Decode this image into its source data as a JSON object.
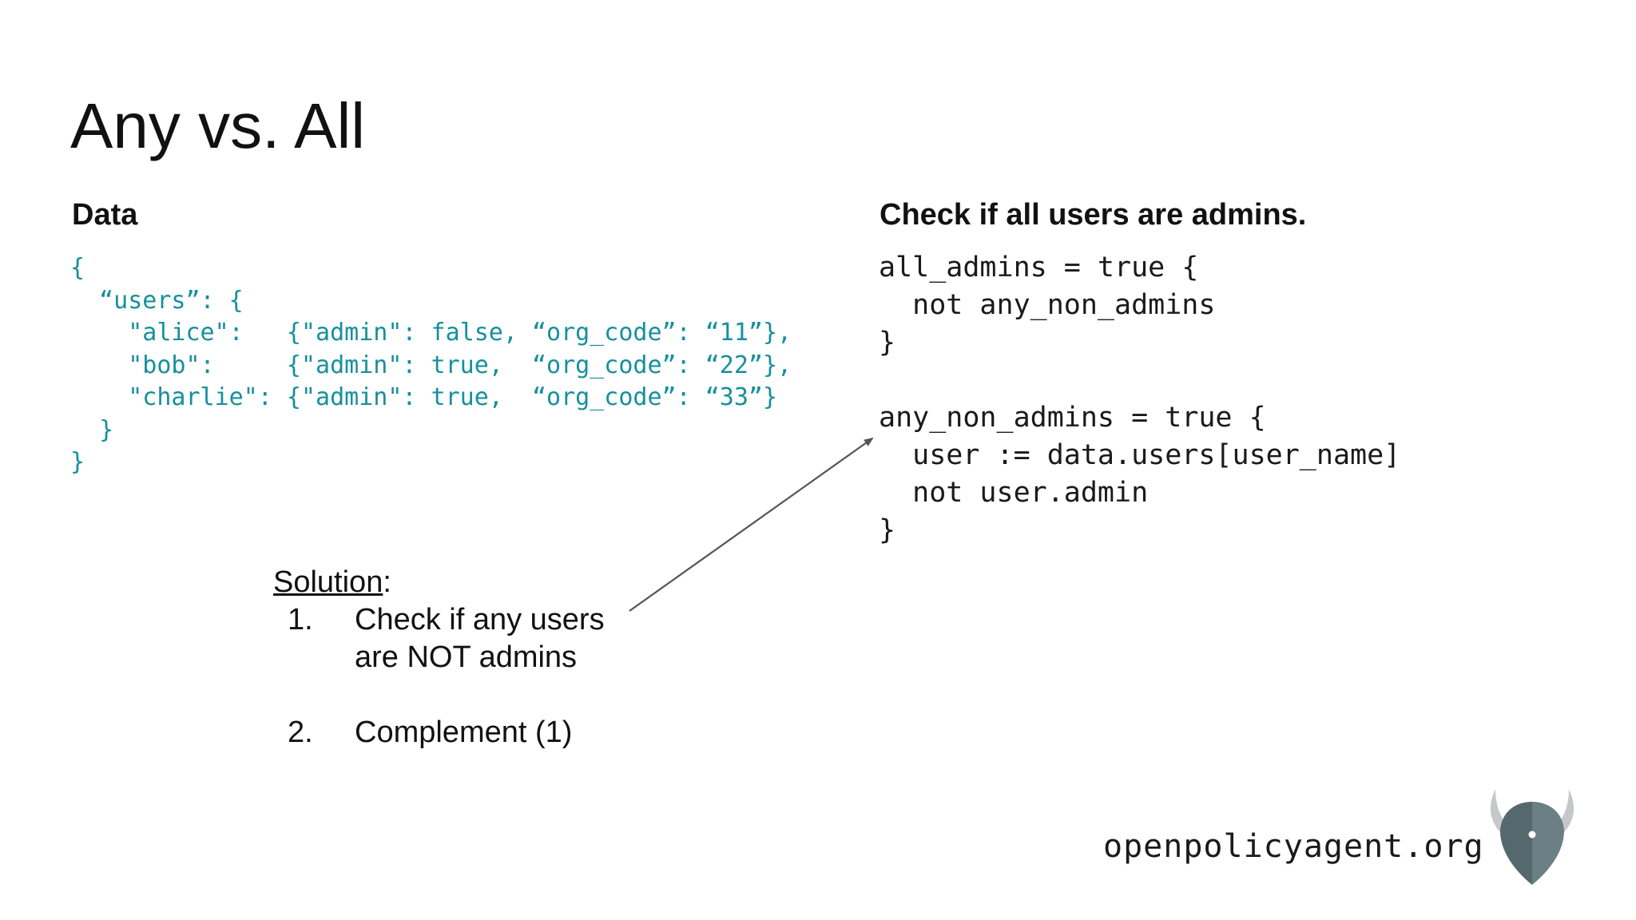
{
  "slide": {
    "title": "Any vs. All",
    "data_section": {
      "heading": "Data",
      "code_lines": [
        "{",
        "  “users”: {",
        "    \"alice\":   {\"admin\": false, “org_code”: “11”},",
        "    \"bob\":     {\"admin\": true,  “org_code”: “22”},",
        "    \"charlie\": {\"admin\": true,  “org_code”: “33”}",
        "  }",
        "}"
      ]
    },
    "check_section": {
      "heading": "Check if all users are admins.",
      "code_lines": [
        "all_admins = true {",
        "  not any_non_admins",
        "}",
        "",
        "any_non_admins = true {",
        "  user := data.users[user_name]",
        "  not user.admin",
        "}"
      ]
    },
    "solution": {
      "label": "Solution",
      "colon": ":",
      "steps": [
        {
          "number": "1.",
          "lines": [
            "Check if any users",
            "are NOT admins"
          ]
        },
        {
          "number": "2.",
          "lines": [
            "Complement (1)"
          ]
        }
      ]
    },
    "footer": {
      "site": "openpolicyagent.org",
      "logo_icon": "opa-viking-helmet-logo"
    },
    "colors": {
      "data_code": "#16909c",
      "text": "#111111",
      "logo_body": "#6b7f85",
      "logo_horns": "#c5c7c8"
    }
  }
}
